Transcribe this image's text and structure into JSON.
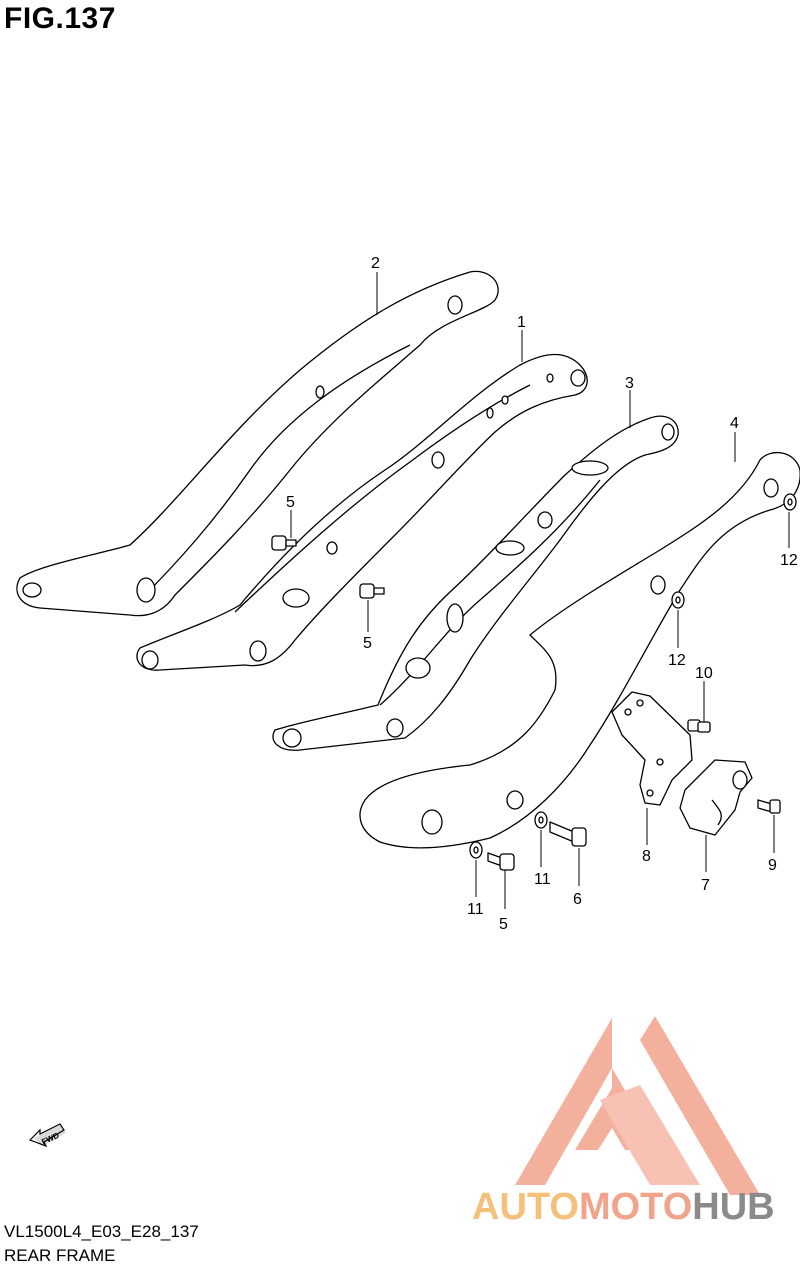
{
  "figure": {
    "title": "FIG.137",
    "code": "VL1500L4_E03_E28_137",
    "name": "REAR FRAME"
  },
  "callouts": {
    "c1": "1",
    "c2": "2",
    "c3": "3",
    "c4": "4",
    "c5a": "5",
    "c5b": "5",
    "c5c": "5",
    "c6": "6",
    "c7": "7",
    "c8": "8",
    "c9": "9",
    "c10": "10",
    "c11a": "11",
    "c11b": "11",
    "c12a": "12",
    "c12b": "12"
  },
  "fwd_label": "FWD",
  "watermark": {
    "part1": "AUTO",
    "part2": "MOTO",
    "part3": "HUB",
    "colors": {
      "auto": "#f5c07a",
      "moto": "#f2a38c",
      "hub": "#8a8a8a"
    }
  }
}
